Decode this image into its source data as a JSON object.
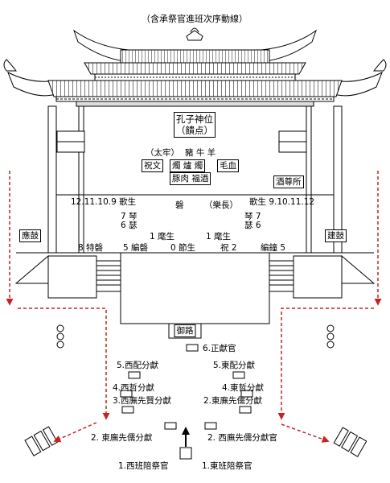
{
  "caption": "（含承祭官進班次序動線）",
  "shrine": {
    "line1": "孔子神位",
    "line2": "（饋点）"
  },
  "offerings": {
    "taiLao": "（太牢）",
    "animals": "豬  牛  羊",
    "items": [
      "祝文",
      "燭 爐 燭",
      "毛血",
      "豚肉 福酒"
    ],
    "wineRoom": "酒尊所"
  },
  "music": {
    "singersLeft": "12.11.10.9 歌生",
    "singersRight": "歌生 9.10.11.12",
    "qing": "磬",
    "musicLeader": "（樂長）",
    "qinLeft": "7 琴",
    "seLeft": "6 瑟",
    "qinRight": "琴 7",
    "seRight": "瑟 6",
    "huiLeft": "1 麾生",
    "huiRight": "1 麾生",
    "jieSheng": "0 節生",
    "zhu": "祝 2",
    "teQing": "8 特磬",
    "bianQing": "5 編磬",
    "bianZhong": "編鐘  5"
  },
  "drums": {
    "left": "應鼓",
    "right": "建鼓"
  },
  "yuLu": "御路",
  "officials": {
    "zhengXian": "6.正獻官",
    "xiPei": "5.西配分獻",
    "dongPei": "5.東配分獻",
    "xiZhe": "4.西哲分獻",
    "dongZhe": "4.東哲分獻",
    "xiXianXian": "3.西廡先賢分獻",
    "dongXianRu": "2.東廡先儒分獻",
    "dongXianRuOfficial": "2. 東廡先儒分獻",
    "xiXianRuOfficial": "2. 西廡先儒分獻官",
    "xiBanPei": "1.西班陪祭官",
    "dongBanPei": "1.東班陪祭官"
  },
  "colors": {
    "route": "#cc1f1f",
    "ink": "#000000",
    "roof": "#333333"
  }
}
